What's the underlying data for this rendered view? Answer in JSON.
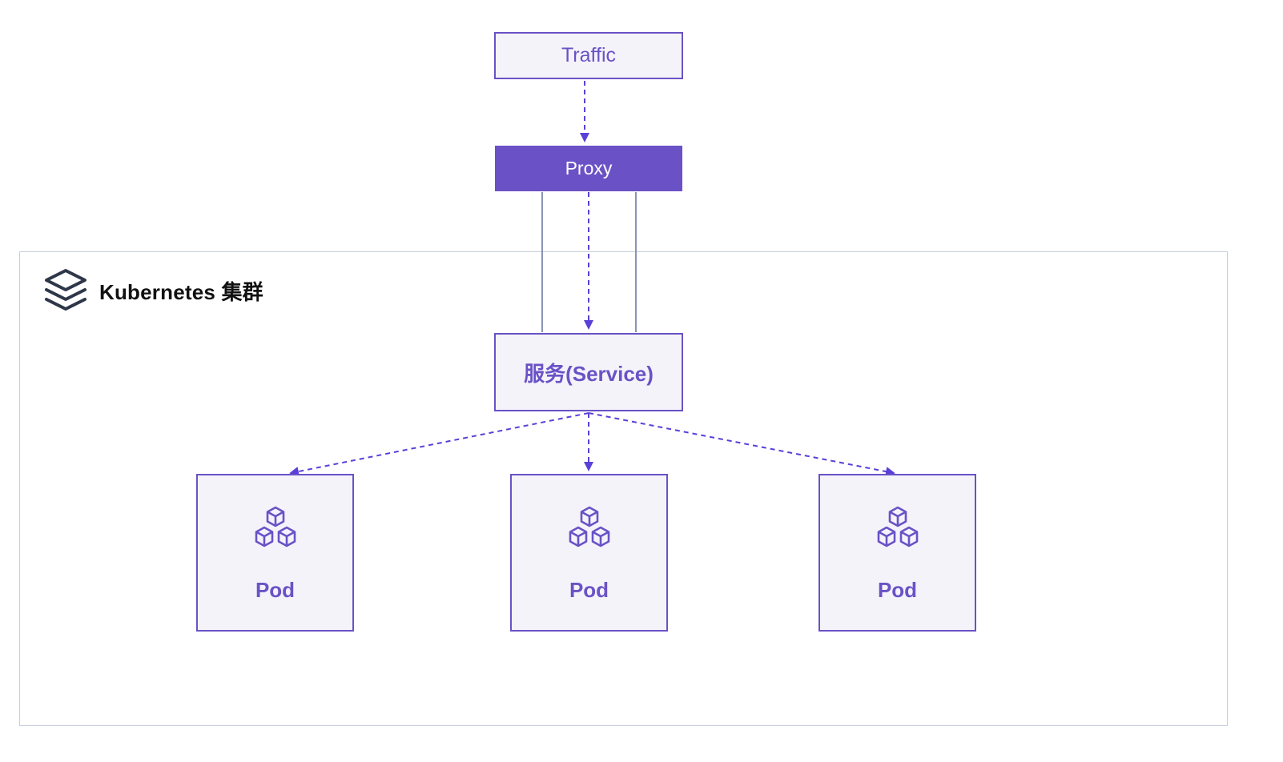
{
  "diagram": {
    "traffic_label": "Traffic",
    "proxy_label": "Proxy",
    "cluster_title": "Kubernetes 集群",
    "service_label": "服务(Service)",
    "pods": [
      {
        "label": "Pod",
        "icon": "pod-cubes-icon"
      },
      {
        "label": "Pod",
        "icon": "pod-cubes-icon"
      },
      {
        "label": "Pod",
        "icon": "pod-cubes-icon"
      }
    ],
    "cluster_icon": "layers-stack-icon",
    "connections": [
      {
        "from": "Traffic",
        "to": "Proxy",
        "style": "dashed-arrow"
      },
      {
        "from": "Proxy",
        "to": "服务(Service)",
        "style": "dashed-arrow"
      },
      {
        "from": "Proxy",
        "to": "服务(Service)",
        "style": "solid-line"
      },
      {
        "from": "Proxy",
        "to": "服务(Service)",
        "style": "solid-line"
      },
      {
        "from": "服务(Service)",
        "to": "Pod",
        "style": "dashed-arrow"
      },
      {
        "from": "服务(Service)",
        "to": "Pod",
        "style": "dashed-arrow"
      },
      {
        "from": "服务(Service)",
        "to": "Pod",
        "style": "dashed-arrow"
      }
    ]
  },
  "colors": {
    "accent": "#6a52c6",
    "arrow": "#5b40d8",
    "node_fill": "#f4f3fa",
    "cluster_border": "#c6cfdb",
    "solid_line": "#8a93b2",
    "cluster_icon": "#2d3748"
  }
}
